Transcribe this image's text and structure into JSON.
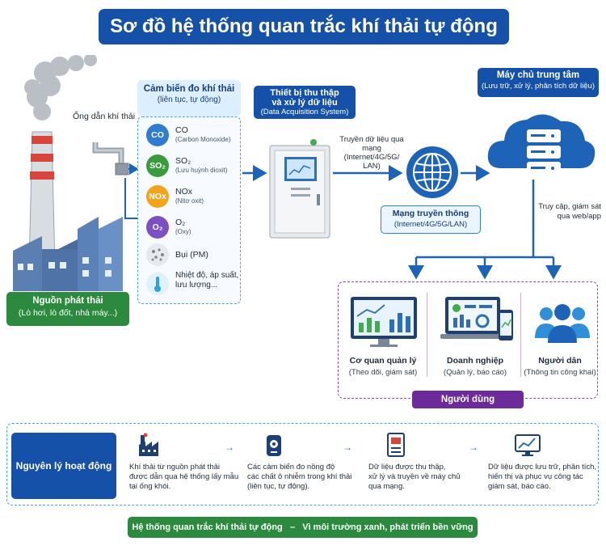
{
  "title": "Sơ đồ hệ thống quan trắc khí thải tự động",
  "source": {
    "title": "Nguồn phát thải",
    "subtitle": "(Lò hơi, lò đốt, nhà máy...)",
    "duct_label": "Ống dẫn khí thải"
  },
  "sensors": {
    "title": "Cảm biến đo khí thải",
    "subtitle": "(liên tục, tự động)",
    "items": [
      {
        "badge": "CO",
        "name": "CO",
        "desc": "(Carbon Monoxide)",
        "color": "#2e7dd1"
      },
      {
        "badge": "SO₂",
        "name": "SO₂",
        "desc": "(Lưu huỳnh dioxit)",
        "color": "#3a9a3e"
      },
      {
        "badge": "NOx",
        "name": "NOx",
        "desc": "(Nitơ oxit)",
        "color": "#f2a51a"
      },
      {
        "badge": "O₂",
        "name": "O₂",
        "desc": "(Oxy)",
        "color": "#7e4fc2"
      },
      {
        "badge": "",
        "name": "Bụi (PM)",
        "desc": "",
        "color": "#8a96a6"
      },
      {
        "badge": "",
        "name": "Nhiệt độ, áp suất, lưu lượng...",
        "desc": "",
        "color": "#2fa0d8"
      }
    ]
  },
  "daq": {
    "title_line1": "Thiết bị thu thập",
    "title_line2": "và xử lý dữ liệu",
    "subtitle": "(Data Acquisition System)"
  },
  "transmission_label": "Truyền dữ liệu qua mạng (Internet/4G/5G/ LAN)",
  "network": {
    "title": "Mạng truyền thông",
    "subtitle": "(Internet/4G/5G/LAN)"
  },
  "server": {
    "title": "Máy chủ trung tâm",
    "subtitle": "(Lưu trữ, xử lý, phân tích dữ liệu)"
  },
  "access_label": "Truy cập, giám sát qua web/app",
  "users": {
    "label": "Người dùng",
    "items": [
      {
        "title": "Cơ quan quản lý",
        "subtitle": "(Theo dõi, giám sát)"
      },
      {
        "title": "Doanh nghiệp",
        "subtitle": "(Quản lý, báo cáo)"
      },
      {
        "title": "Người dân",
        "subtitle": "(Thông tin công khai)"
      }
    ]
  },
  "principle": {
    "title": "Nguyên lý hoạt động",
    "arrow": "→",
    "steps": [
      {
        "icon": "factory-icon",
        "text_lines": [
          "Khí thải từ nguồn phát thải",
          "được dẫn qua hệ thống lấy mẫu",
          "tại ống khói."
        ]
      },
      {
        "icon": "sensor-icon",
        "text_lines": [
          "Các cảm biến đo nồng độ",
          "các chất ô nhiễm trong khí thải",
          "(liên tục, tự động)."
        ]
      },
      {
        "icon": "cabinet-icon",
        "text_lines": [
          "Dữ liệu được thu thập,",
          "xử lý và truyền về máy chủ",
          "qua mạng."
        ]
      },
      {
        "icon": "monitor-chart-icon",
        "text_lines": [
          "Dữ liệu được lưu trữ, phân tích,",
          "hiển thị và phục vụ công tác",
          "giám sát, báo cáo."
        ]
      }
    ]
  },
  "footer": "Hệ thống quan trắc khí thải tự động   –   Vì môi trường xanh, phát triển bền vững",
  "colors": {
    "primary_blue": "#1551a8",
    "green": "#2b8a3e",
    "purple": "#6c2a9b",
    "accent_blue": "#2a86c8"
  }
}
